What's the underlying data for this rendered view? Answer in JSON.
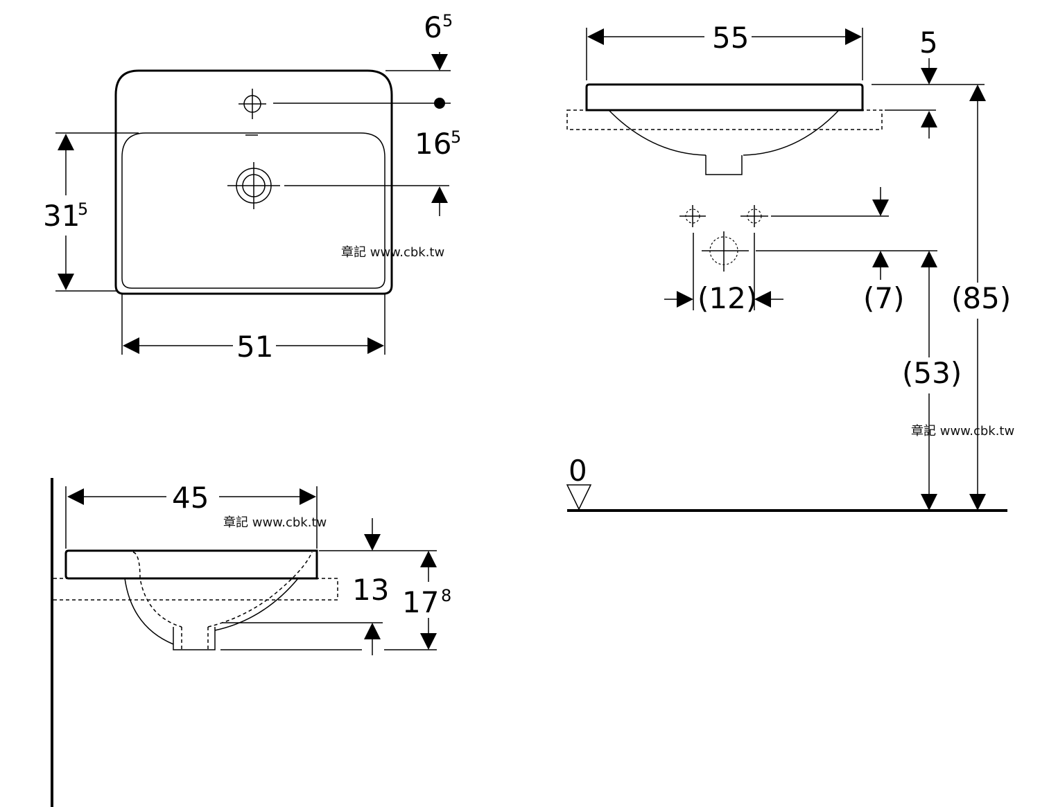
{
  "top_view": {
    "depth_label": "31",
    "depth_sup": "5",
    "width_label": "51",
    "tap_offset_label": "6",
    "tap_offset_sup": "5",
    "drain_offset_label": "16",
    "drain_offset_sup": "5"
  },
  "front_view": {
    "width_label": "55",
    "rim_label": "5",
    "spacing_label": "(12)",
    "tap_drop_label": "(7)",
    "drain_height_label": "(53)",
    "total_height_label": "(85)",
    "floor_label": "0"
  },
  "side_view": {
    "depth_label": "45",
    "basin_label": "13",
    "total_label": "17",
    "total_sup": "8"
  },
  "watermarks": [
    "章記 www.cbk.tw",
    "章記 www.cbk.tw",
    "章記 www.cbk.tw"
  ]
}
